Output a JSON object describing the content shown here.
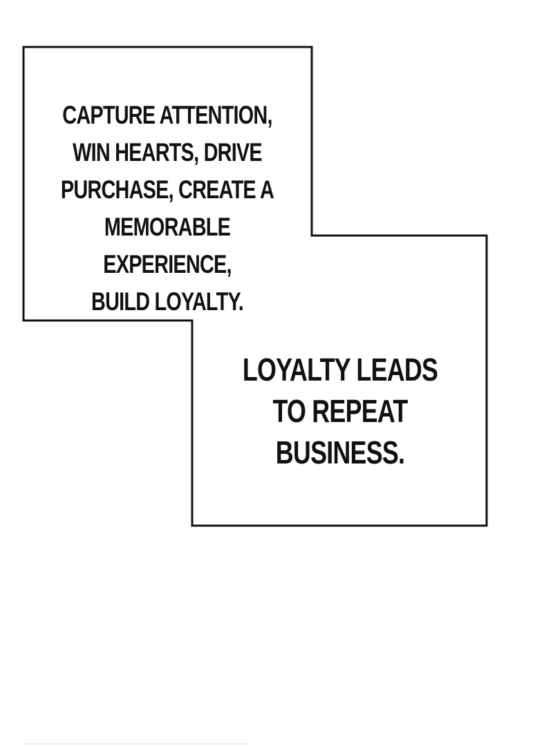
{
  "captions": {
    "first": {
      "lines": [
        "CAPTURE ATTENTION,",
        "WIN HEARTS, DRIVE",
        "PURCHASE, CREATE A",
        "MEMORABLE EXPERIENCE,",
        "BUILD LOYALTY."
      ]
    },
    "second": {
      "lines": [
        "LOYALTY LEADS",
        "TO REPEAT BUSINESS."
      ]
    }
  },
  "colors": {
    "background": "#ffffff",
    "border": "#111111",
    "text": "#111111"
  }
}
